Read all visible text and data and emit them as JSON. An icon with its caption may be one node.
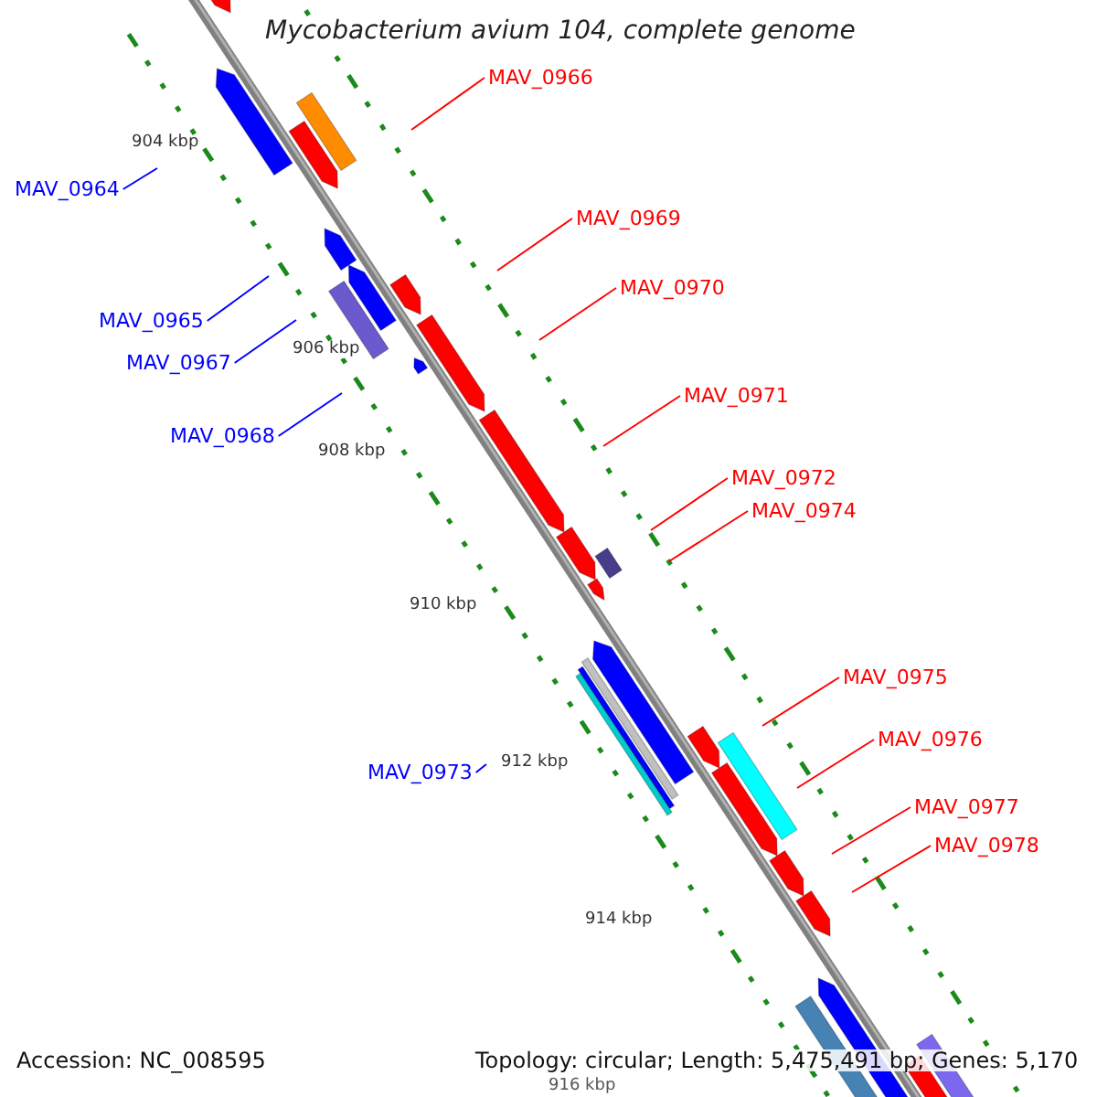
{
  "diagram": {
    "title": "Mycobacterium avium 104, complete genome",
    "nodes": [
      {
        "text": [
          "MAV_0966"
        ]
      },
      {
        "text": [
          "MAV_0964"
        ]
      },
      {
        "text": [
          "MAV_0969"
        ]
      },
      {
        "text": [
          "MAV_0970"
        ]
      },
      {
        "text": [
          "MAV_0965"
        ]
      },
      {
        "text": [
          "MAV_0967"
        ]
      },
      {
        "text": [
          "MAV_0971"
        ]
      },
      {
        "text": [
          "MAV_0968"
        ]
      },
      {
        "text": [
          "MAV_0972"
        ]
      },
      {
        "text": [
          "MAV_0974"
        ]
      },
      {
        "text": [
          "MAV_0975"
        ]
      },
      {
        "text": [
          "MAV_0976"
        ]
      },
      {
        "text": [
          "MAV_0973"
        ]
      },
      {
        "text": [
          "MAV_0977"
        ]
      },
      {
        "text": [
          "MAV_0978"
        ]
      }
    ],
    "edges": [
      {
        "from": 0,
        "to": null,
        "arrow": "none"
      },
      {
        "from": 1,
        "to": null,
        "arrow": "none",
        "color": "#0000ff"
      },
      {
        "from": 2,
        "to": null,
        "arrow": "none"
      },
      {
        "from": 3,
        "to": null,
        "arrow": "none"
      },
      {
        "from": 4,
        "to": null,
        "arrow": "none",
        "color": "#0000ff"
      },
      {
        "from": 5,
        "to": null,
        "arrow": "none",
        "color": "#0000ff"
      },
      {
        "from": 6,
        "to": null,
        "arrow": "none"
      },
      {
        "from": 7,
        "to": null,
        "arrow": "none",
        "color": "#0000ff"
      },
      {
        "from": 8,
        "to": null,
        "arrow": "none"
      },
      {
        "from": 9,
        "to": null,
        "arrow": "none"
      },
      {
        "from": 10,
        "to": null,
        "arrow": "none"
      },
      {
        "from": 11,
        "to": null,
        "arrow": "none"
      },
      {
        "from": 12,
        "to": null,
        "arrow": "none",
        "color": "#0000ff"
      },
      {
        "from": 13,
        "to": null,
        "arrow": "none"
      },
      {
        "from": 14,
        "to": null,
        "arrow": "none"
      }
    ],
    "labels": [
      "904 kbp",
      "906 kbp",
      "908 kbp",
      "910 kbp",
      "912 kbp",
      "914 kbp",
      "916 kbp",
      "Accession: NC_008595",
      "Topology: circular; Length: 5,475,491 bp; Genes: 5,170"
    ]
  }
}
